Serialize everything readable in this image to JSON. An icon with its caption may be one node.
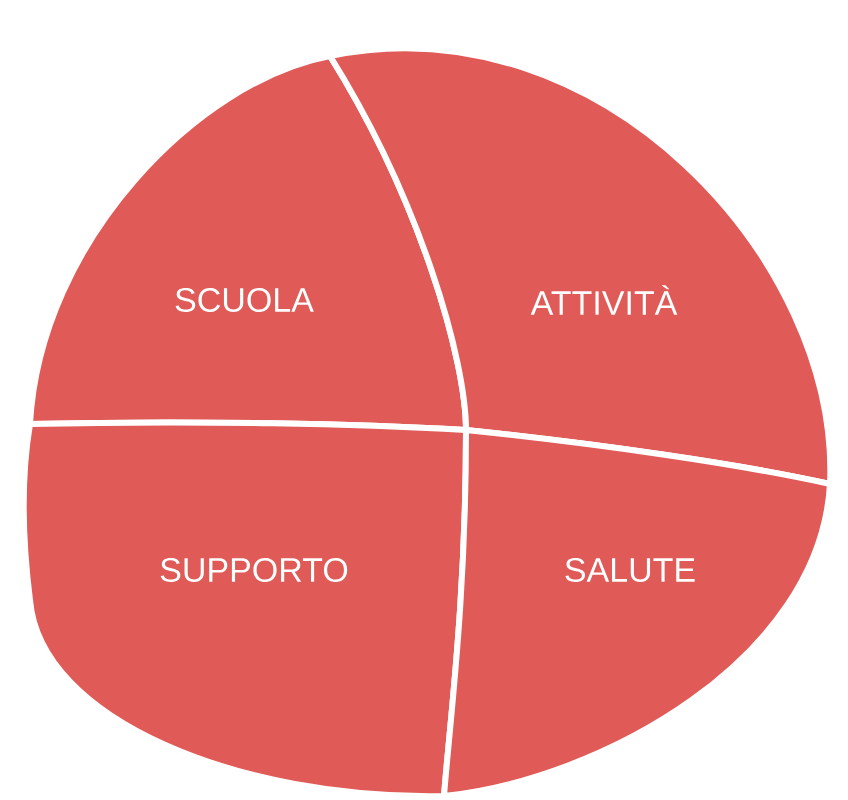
{
  "diagram": {
    "nodes": [
      {
        "text": [
          "SCUOLA"
        ]
      },
      {
        "text": [
          "ATTIVITÀ"
        ]
      },
      {
        "text": [
          "SUPPORTO"
        ]
      },
      {
        "text": [
          "SALUTE"
        ]
      }
    ]
  }
}
